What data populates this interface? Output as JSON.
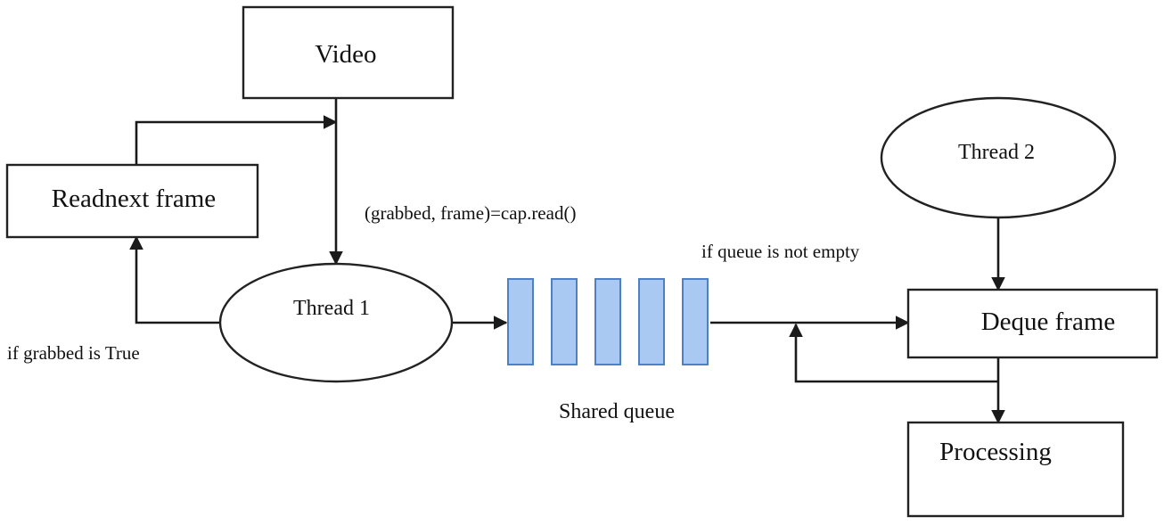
{
  "nodes": {
    "video": "Video",
    "read_next_frame": "Readnext frame",
    "thread1": "Thread 1",
    "thread2": "Thread 2",
    "deque_frame": "Deque frame",
    "processing": "Processing"
  },
  "annotations": {
    "cap_read": "(grabbed, frame)=cap.read()",
    "queue_not_empty": "if queue is not empty",
    "grabbed_true": "if grabbed is True",
    "shared_queue": "Shared queue"
  },
  "queue": {
    "slot_count": 5,
    "slot_color": "#a9c8f2",
    "slot_border": "#4f7fc4"
  }
}
